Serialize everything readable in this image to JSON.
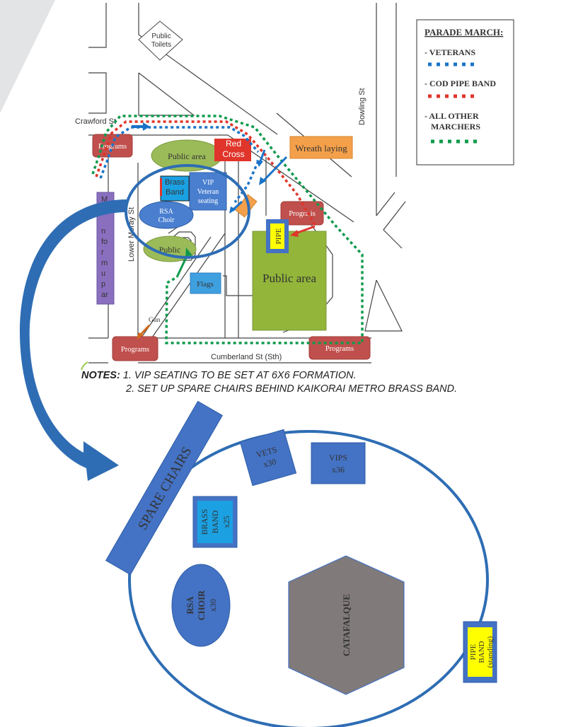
{
  "legend": {
    "title": "PARADE MARCH:",
    "items": [
      {
        "label": "- VETERANS",
        "color": "#1a73c8"
      },
      {
        "label": "- COD PIPE BAND",
        "color": "#e0352b"
      },
      {
        "label": "- ALL OTHER",
        "label2": "MARCHERS",
        "color": "#0f9a4c"
      }
    ]
  },
  "streets": {
    "crawford": "Crawford St",
    "dowling": "Dowling St",
    "cumberland": "Cumberland St (Sth)",
    "lower_moray": "Lower Moray St"
  },
  "map_labels": {
    "public_toilets_1": "Public",
    "public_toilets_2": "Toilets",
    "programs": "Programs",
    "programs_clipped": "Progra  is",
    "public_area_top": "Public area",
    "red_cross_1": "Red",
    "red_cross_2": "Cross",
    "wreath_laying": "Wreath laying",
    "brass_band_1": "Brass",
    "brass_band_2": "Band",
    "vip_1": "VIP",
    "vip_2": "Veteran",
    "vip_3": "seating",
    "rsa_choir_1": "RSA",
    "rsa_choir_2": "Choir",
    "public": "Public",
    "pipe": "PIPE",
    "public_area_big": "Public area",
    "flags": "Flags",
    "gun": "Gun",
    "marquee_letters": [
      "M",
      "ar",
      "",
      "n",
      "fo",
      "r",
      "m",
      "u",
      "p",
      "ar"
    ]
  },
  "notes": {
    "heading": "NOTES:",
    "line1": "1. VIP SEATING TO BE SET AT 6X6 FORMATION.",
    "line2": "2. SET UP SPARE CHAIRS BEHIND KAIKORAI METRO BRASS BAND."
  },
  "detail": {
    "spare_chairs": "SPARE CHAIRS",
    "vets_1": "VETS",
    "vets_2": "x30",
    "vips_1": "VIPS",
    "vips_2": "x36",
    "brass_1": "BRASS",
    "brass_2": "BAND",
    "brass_3": "x25",
    "choir_1": "RSA",
    "choir_2": "CHOIR",
    "choir_3": "x30",
    "catafalque": "CATAFALQUE",
    "pipe_1": "PIPE",
    "pipe_2": "BAND",
    "pipe_3": "(standing)"
  },
  "colors": {
    "blue": "#4472c4",
    "bright_blue": "#1ba1e2",
    "green_area": "#92b53a",
    "red": "#e0352b",
    "programs": "#c0504d",
    "orange": "#f4a04a",
    "purple": "#8064a2",
    "yellow": "#ffff00",
    "catafalque": "#7f7f7f"
  }
}
